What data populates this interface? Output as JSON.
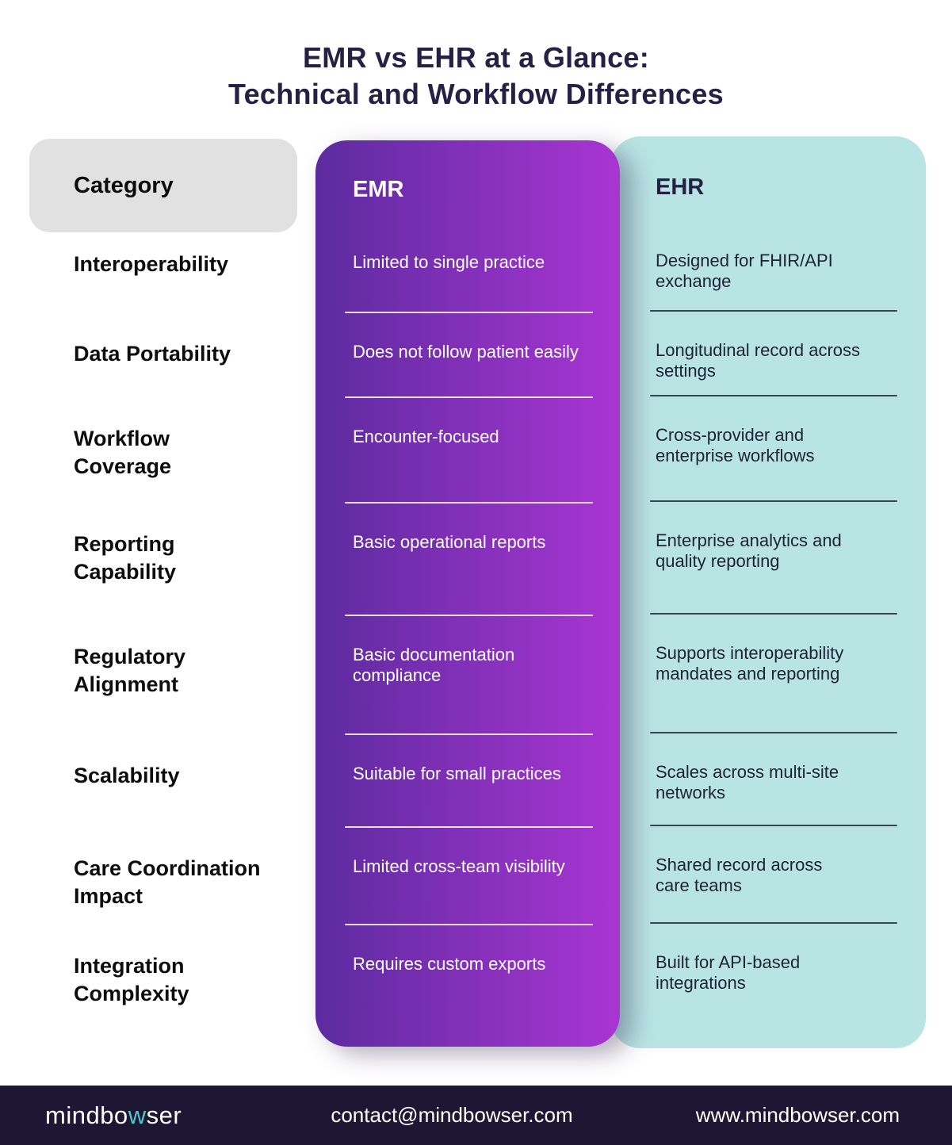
{
  "title": "EMR vs EHR at a Glance:\nTechnical and Workflow Differences",
  "table": {
    "headers": {
      "category": "Category",
      "emr": "EMR",
      "ehr": "EHR"
    },
    "rows": [
      {
        "category": "Interoperability",
        "emr": "Limited to single practice",
        "ehr": "Designed for FHIR/API\nexchange"
      },
      {
        "category": "Data Portability",
        "emr": "Does not follow patient easily",
        "ehr": "Longitudinal record across\nsettings"
      },
      {
        "category": "Workflow\nCoverage",
        "emr": "Encounter-focused",
        "ehr": "Cross-provider and\nenterprise workflows"
      },
      {
        "category": "Reporting\nCapability",
        "emr": "Basic operational reports",
        "ehr": "Enterprise analytics and\nquality reporting"
      },
      {
        "category": "Regulatory\nAlignment",
        "emr": "Basic documentation\ncompliance",
        "ehr": "Supports interoperability\nmandates and reporting"
      },
      {
        "category": "Scalability",
        "emr": "Suitable for small practices",
        "ehr": "Scales across multi-site\nnetworks"
      },
      {
        "category": "Care Coordination\nImpact",
        "emr": "Limited cross-team visibility",
        "ehr": "Shared record across\ncare teams"
      },
      {
        "category": "Integration\nComplexity",
        "emr": "Requires custom exports",
        "ehr": "Built for API-based\nintegrations"
      }
    ]
  },
  "footer": {
    "logo": {
      "part1": "mindbo",
      "accent": "w",
      "part2": "ser"
    },
    "email": "contact@mindbowser.com",
    "website": "www.mindbowser.com"
  },
  "colors": {
    "title_text": "#262044",
    "category_chip_bg": "#e1e1e1",
    "emr_gradient_start": "#5c2b9f",
    "emr_gradient_end": "#a935d3",
    "ehr_bg": "#b9e4e4",
    "ehr_text": "#1e2235",
    "footer_bg": "#1e1733",
    "logo_accent": "#52c5cb"
  }
}
